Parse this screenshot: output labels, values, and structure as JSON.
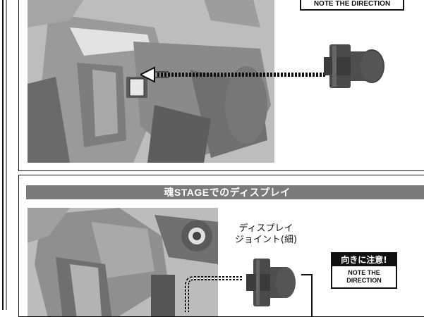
{
  "top_panel": {
    "direction_note": "NOTE THE DIRECTION"
  },
  "bottom_panel": {
    "header": "魂STAGEでのディスプレイ",
    "part_label_line1": "ディスプレイ",
    "part_label_line2": "ジョイント(細)",
    "note_title": "向きに注意!",
    "note_line1": "NOTE THE",
    "note_line2": "DIRECTION"
  },
  "colors": {
    "header_bg": "#7a7a7a",
    "part_gray": "#4a4a4a",
    "figure_gray": "#8c8c8c"
  }
}
